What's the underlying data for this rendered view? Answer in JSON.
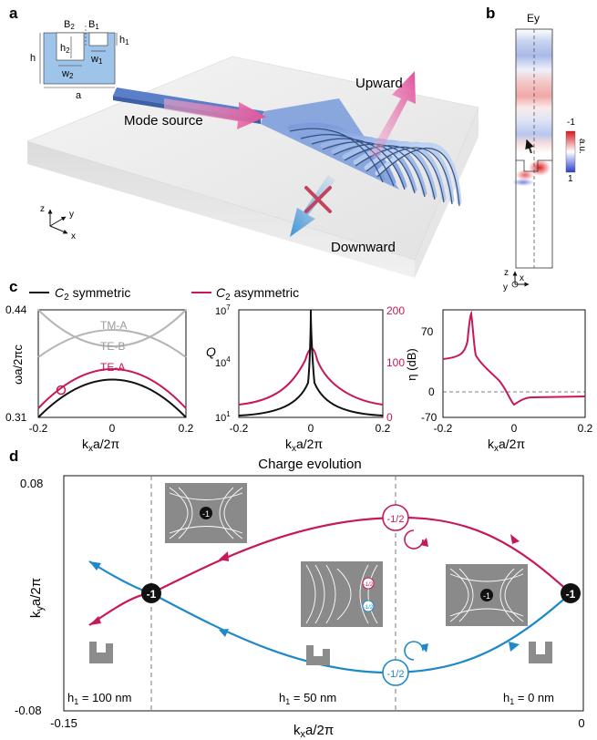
{
  "panel_letters": {
    "a": "a",
    "b": "b",
    "c": "c",
    "d": "d"
  },
  "panel_a": {
    "inset": {
      "b2": "B",
      "b2_sub": "2",
      "b1": "B",
      "b1_sub": "1",
      "h": "h",
      "h1": "h",
      "h1_sub": "1",
      "h2": "h",
      "h2_sub": "2",
      "w1": "w",
      "w1_sub": "1",
      "w2": "w",
      "w2_sub": "2",
      "a": "a"
    },
    "mode_source": "Mode source",
    "upward": "Upward",
    "downward": "Downward",
    "axes": {
      "z": "z",
      "y": "y",
      "x": "x"
    }
  },
  "panel_b": {
    "field_label": "Ey",
    "colorbar_top": "-1",
    "colorbar_bottom": "1",
    "colorbar_unit": "a.u.",
    "axes": {
      "z": "z",
      "y": "y",
      "x": "x"
    }
  },
  "panel_c": {
    "legend": {
      "sym_main": "C",
      "sym_sub": "2",
      "sym_rest": " symmetric",
      "asym_main": "C",
      "asym_sub": "2",
      "asym_rest": " asymmetric"
    },
    "band": {
      "ylabel": "ωa/2πc",
      "y_top": "0.44",
      "y_bottom": "0.31",
      "x_ticks": [
        "-0.2",
        "0",
        "0.2"
      ],
      "xlabel_main": "k",
      "xlabel_sub": "x",
      "xlabel_rest": "a/2π",
      "labels": {
        "tm_a": "TM-A",
        "te_b": "TE-B",
        "te_a": "TE-A"
      }
    },
    "q_plot": {
      "ylabel": "Q",
      "left_ticks": [
        "10",
        "10",
        "10"
      ],
      "left_exps": [
        "7",
        "4",
        "1"
      ],
      "right_ticks": [
        "200",
        "100",
        "0"
      ],
      "x_ticks": [
        "-0.2",
        "0",
        "0.2"
      ],
      "xlabel_main": "k",
      "xlabel_sub": "x",
      "xlabel_rest": "a/2π"
    },
    "eta_plot": {
      "ylabel": "η (dB)",
      "y_ticks": [
        "70",
        "0",
        "-70"
      ],
      "x_ticks": [
        "-0.2",
        "0",
        "0.2"
      ],
      "xlabel_main": "k",
      "xlabel_sub": "x",
      "xlabel_rest": "a/2π"
    }
  },
  "panel_d": {
    "title": "Charge evolution",
    "ylabel_main": "k",
    "ylabel_sub": "y",
    "ylabel_rest": "a/2π",
    "xlabel_main": "k",
    "xlabel_sub": "x",
    "xlabel_rest": "a/2π",
    "y_top": "0.08",
    "y_bottom": "-0.08",
    "x_left": "-0.15",
    "x_right": "0",
    "charge_full": "-1",
    "charge_half": "-1/2",
    "inset_half_top": "-1/2",
    "inset_half_bottom": "-1/2",
    "h_labels": [
      {
        "main": "h",
        "sub": "1",
        "rest": " = 100 nm"
      },
      {
        "main": "h",
        "sub": "1",
        "rest": " = 50 nm"
      },
      {
        "main": "h",
        "sub": "1",
        "rest": " = 0 nm"
      }
    ],
    "colors": {
      "red": "#c8175a",
      "blue": "#1e88c9",
      "gray": "#8a8a8a"
    }
  }
}
